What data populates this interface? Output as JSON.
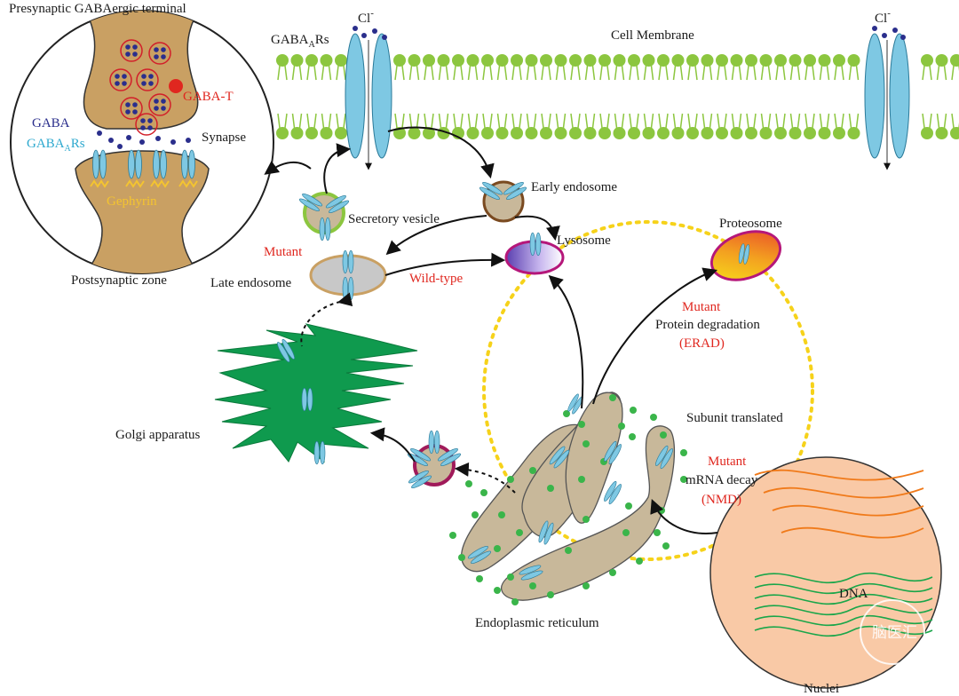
{
  "labels": {
    "presynaptic": "Presynaptic GABAergic terminal",
    "gaba_t": "GABA-T",
    "gaba": "GABA",
    "gabaars_left": "GABA",
    "gabaars_left_sub": "A",
    "gabaars_left_suffix": "Rs",
    "synapse": "Synapse",
    "gephyrin": "Gephyrin",
    "postsynaptic": "Postsynaptic zone",
    "gabaars_top": "GABA",
    "gabaars_top_sub": "A",
    "gabaars_top_suffix": "Rs",
    "cl_left": "Cl",
    "cl_right": "Cl",
    "cl_sup": "-",
    "cell_membrane": "Cell Membrane",
    "early_endosome": "Early endosome",
    "secretory_vesicle": "Secretory vesicle",
    "mutant_left": "Mutant",
    "late_endosome": "Late endosome",
    "wild_type": "Wild-type",
    "lysosome": "Lysosome",
    "proteosome": "Proteosome",
    "mutant_erad": "Mutant",
    "protein_degradation": "Protein degradation",
    "erad": "(ERAD)",
    "golgi": "Golgi apparatus",
    "subunit_translated": "Subunit translated",
    "mutant_nmd": "Mutant",
    "mrna_decay": "mRNA decay",
    "nmd": "(NMD)",
    "dna": "DNA",
    "er": "Endoplasmic reticulum",
    "nuclei": "Nuclei",
    "watermark": "脑医汇"
  },
  "colors": {
    "membrane": "#8cc63f",
    "receptor": "#7ec8e3",
    "synapse_brown": "#c9a063",
    "gaba_dot": "#2a2e8c",
    "gaba_t_dot": "#e0271f",
    "golgi": "#0f9a4e",
    "er_fill": "#c8b89a",
    "nucleus": "#f9c9a6",
    "dna_orange": "#f07a1a",
    "dna_green": "#1aa64a",
    "ribosome": "#3ab54a",
    "yellow_dash": "#f6d21a",
    "red_text": "#e0271f"
  }
}
